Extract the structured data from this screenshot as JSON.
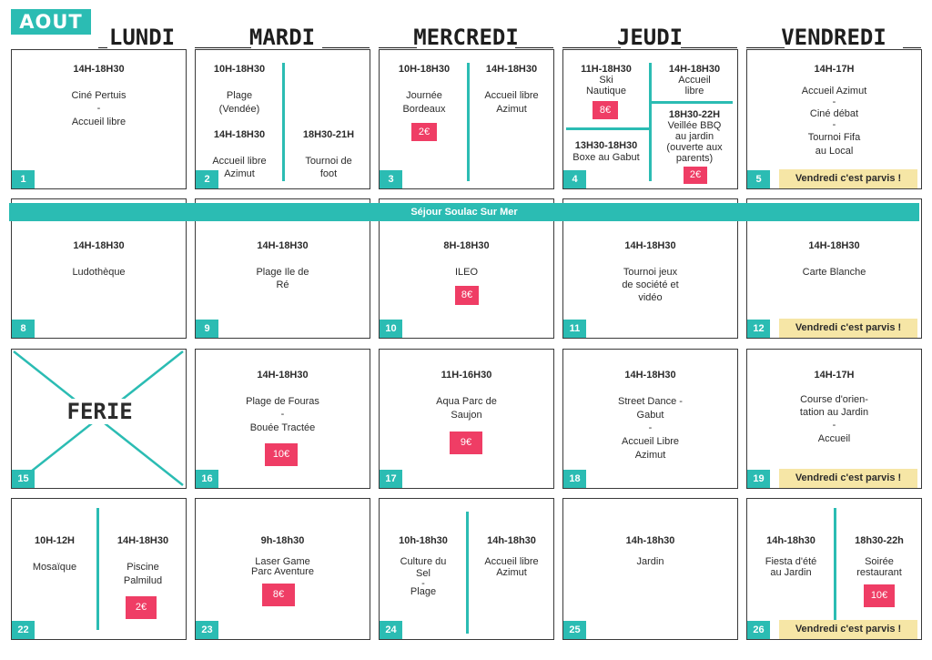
{
  "month": "AOUT",
  "days": [
    "LUNDI",
    "MARDI",
    "MERCREDI",
    "JEUDI",
    "VENDREDI"
  ],
  "sejour_banner": "Séjour Soulac Sur Mer",
  "friday_banner": "Vendredi c'est parvis !",
  "colors": {
    "teal": "#2bbcb3",
    "price_pink": "#ef3d65",
    "banner_yellow": "#f6e6a6"
  },
  "week1": {
    "d1": {
      "num": "1",
      "time": "14H-18H30",
      "l1": "Ciné Pertuis",
      "sep": "-",
      "l2": "Accueil libre"
    },
    "d2": {
      "num": "2",
      "a_time": "10H-18H30",
      "a_l1": "Plage",
      "a_l2": "(Vendée)",
      "b_time": "14H-18H30",
      "b_l1": "Accueil libre",
      "b_l2": "Azimut",
      "c_time": "18H30-21H",
      "c_l1": "Tournoi de",
      "c_l2": "foot"
    },
    "d3": {
      "num": "3",
      "a_time": "10H-18H30",
      "a_l1": "Journée",
      "a_l2": "Bordeaux",
      "a_price": "2€",
      "b_time": "14H-18H30",
      "b_l1": "Accueil libre",
      "b_l2": "Azimut"
    },
    "d4": {
      "num": "4",
      "a_time": "11H-18H30",
      "a_l1": "Ski",
      "a_l2": "Nautique",
      "a_price": "8€",
      "b_time": "14H-18H30",
      "b_l1": "Accueil",
      "b_l2": "libre",
      "c_time": "13H30-18H30",
      "c_l1": "Boxe au Gabut",
      "d_time": "18H30-22H",
      "d_l1": "Veillée BBQ",
      "d_l2": "au jardin",
      "d_l3": "(ouverte aux",
      "d_l4": "parents)",
      "d_price": "2€"
    },
    "d5": {
      "num": "5",
      "time": "14H-17H",
      "l1": "Accueil Azimut",
      "sep1": "-",
      "l2": "Ciné débat",
      "sep2": "-",
      "l3": "Tournoi Fifa",
      "l4": "au Local"
    }
  },
  "week2": {
    "d8": {
      "num": "8",
      "time": "14H-18H30",
      "l1": "Ludothèque"
    },
    "d9": {
      "num": "9",
      "time": "14H-18H30",
      "l1": "Plage Ile de",
      "l2": "Ré"
    },
    "d10": {
      "num": "10",
      "time": "8H-18H30",
      "l1": "ILEO",
      "price": "8€"
    },
    "d11": {
      "num": "11",
      "time": "14H-18H30",
      "l1": "Tournoi jeux",
      "l2": "de société et",
      "l3": "vidéo"
    },
    "d12": {
      "num": "12",
      "time": "14H-18H30",
      "l1": "Carte Blanche"
    }
  },
  "week3": {
    "d15": {
      "num": "15",
      "label": "FERIE"
    },
    "d16": {
      "num": "16",
      "time": "14H-18H30",
      "l1": "Plage de Fouras",
      "sep": "-",
      "l2": "Bouée Tractée",
      "price": "10€"
    },
    "d17": {
      "num": "17",
      "time": "11H-16H30",
      "l1": "Aqua Parc de",
      "l2": "Saujon",
      "price": "9€"
    },
    "d18": {
      "num": "18",
      "time": "14H-18H30",
      "l1": "Street Dance -",
      "l2": "Gabut",
      "sep": "-",
      "l3": "Accueil Libre",
      "l4": "Azimut"
    },
    "d19": {
      "num": "19",
      "time": "14H-17H",
      "l1": "Course d'orien-",
      "l2": "tation au Jardin",
      "sep": "-",
      "l3": "Accueil"
    }
  },
  "week4": {
    "d22": {
      "num": "22",
      "a_time": "10H-12H",
      "a_l1": "Mosaïque",
      "b_time": "14H-18H30",
      "b_l1": "Piscine",
      "b_l2": "Palmilud",
      "b_price": "2€"
    },
    "d23": {
      "num": "23",
      "time": "9h-18h30",
      "l1": "Laser Game",
      "l2": "Parc Aventure",
      "price": "8€"
    },
    "d24": {
      "num": "24",
      "a_time": "10h-18h30",
      "a_l1": "Culture du",
      "a_l2": "Sel",
      "a_sep": "-",
      "a_l3": "Plage",
      "b_time": "14h-18h30",
      "b_l1": "Accueil libre",
      "b_l2": "Azimut"
    },
    "d25": {
      "num": "25",
      "time": "14h-18h30",
      "l1": "Jardin"
    },
    "d26": {
      "num": "26",
      "a_time": "14h-18h30",
      "a_l1": "Fiesta d'été",
      "a_l2": "au Jardin",
      "b_time": "18h30-22h",
      "b_l1": "Soirée",
      "b_l2": "restaurant",
      "b_price": "10€"
    }
  }
}
